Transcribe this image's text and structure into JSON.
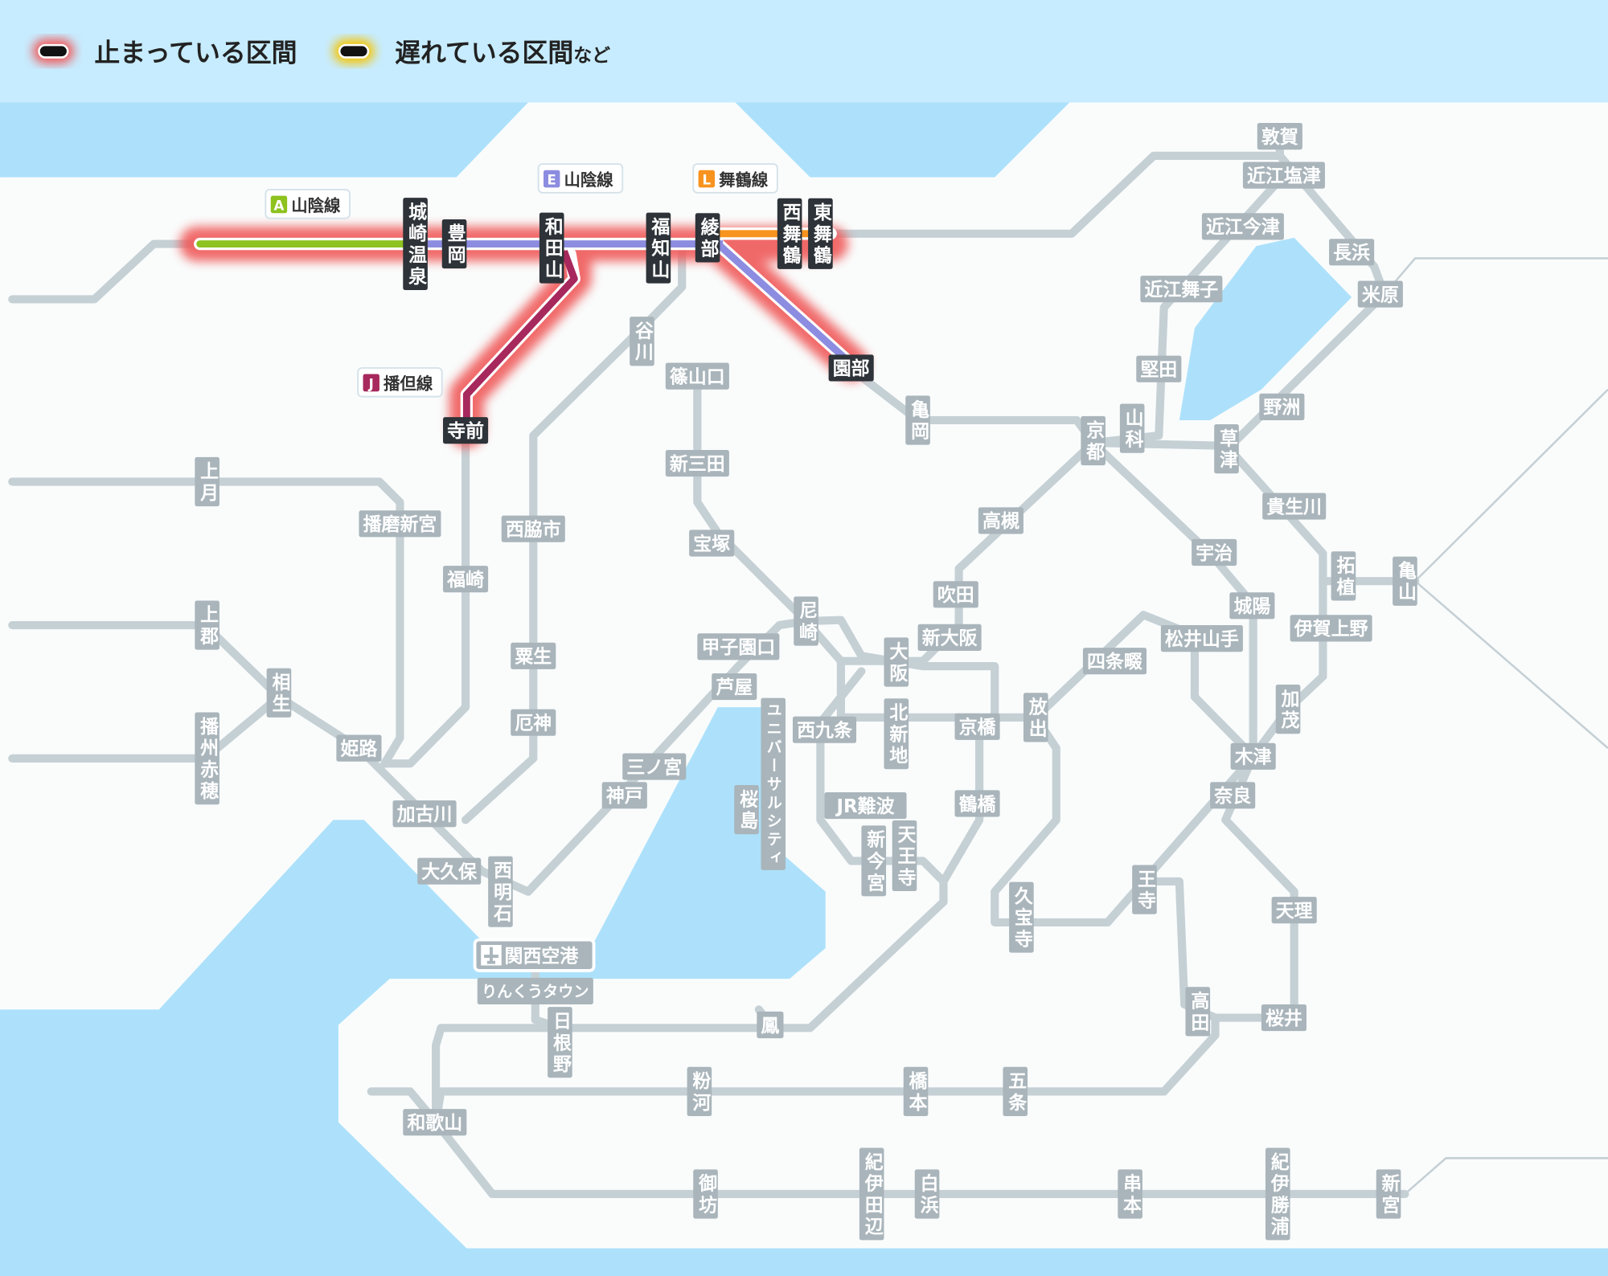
{
  "legend": {
    "stopped_label": "止まっている区間",
    "delayed_label": "遅れている区間",
    "delayed_suffix": "など",
    "stopped_color": "#ee4444",
    "delayed_color": "#f5c400"
  },
  "line_badges": [
    {
      "code": "A",
      "name": "山陰線",
      "color": "#8dc21f"
    },
    {
      "code": "E",
      "name": "山陰線",
      "color": "#8c8ce0"
    },
    {
      "code": "L",
      "name": "舞鶴線",
      "color": "#f7931e"
    },
    {
      "code": "J",
      "name": "播但線",
      "color": "#a7285c"
    }
  ],
  "airport": {
    "label": "関西空港",
    "icon": "airplane-icon"
  },
  "affected_stations": [
    "城崎温泉",
    "豊岡",
    "和田山",
    "福知山",
    "綾部",
    "西舞鶴",
    "東舞鶴",
    "園部",
    "寺前"
  ],
  "stations": [
    "敦賀",
    "近江塩津",
    "近江今津",
    "長浜",
    "近江舞子",
    "米原",
    "堅田",
    "野洲",
    "谷川",
    "篠山口",
    "亀岡",
    "京都",
    "山科",
    "草津",
    "新三田",
    "上月",
    "貴生川",
    "播磨新宮",
    "西脇市",
    "高槻",
    "宝塚",
    "宇治",
    "拓植",
    "亀山",
    "福崎",
    "吹田",
    "尼崎",
    "城陽",
    "上郡",
    "甲子園口",
    "新大阪",
    "伊賀上野",
    "松井山手",
    "大阪",
    "四条畷",
    "粟生",
    "相生",
    "芦屋",
    "放出",
    "加茂",
    "北新地",
    "京橋",
    "西九条",
    "ユニバーサルシティ",
    "厄神",
    "播州赤穂",
    "姫路",
    "木津",
    "三ノ宮",
    "神戸",
    "奈良",
    "桜島",
    "JR難波",
    "鶴橋",
    "加古川",
    "新今宮",
    "天王寺",
    "大久保",
    "西明石",
    "王寺",
    "久宝寺",
    "天理",
    "りんくうタウン",
    "日根野",
    "鳳",
    "高田",
    "桜井",
    "粉河",
    "橋本",
    "五条",
    "和歌山",
    "御坊",
    "紀伊田辺",
    "白浜",
    "串本",
    "紀伊勝浦",
    "新宮"
  ]
}
